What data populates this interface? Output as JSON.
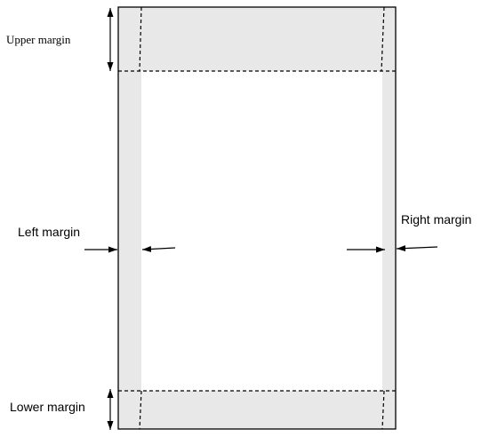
{
  "labels": {
    "upper_margin": "Upper margin",
    "left_margin": "Left margin",
    "right_margin": "Right margin",
    "lower_margin": "Lower margin"
  },
  "colors": {
    "margin_fill": "#e8e8e8",
    "page_fill": "#ffffff",
    "stroke": "#000000"
  }
}
